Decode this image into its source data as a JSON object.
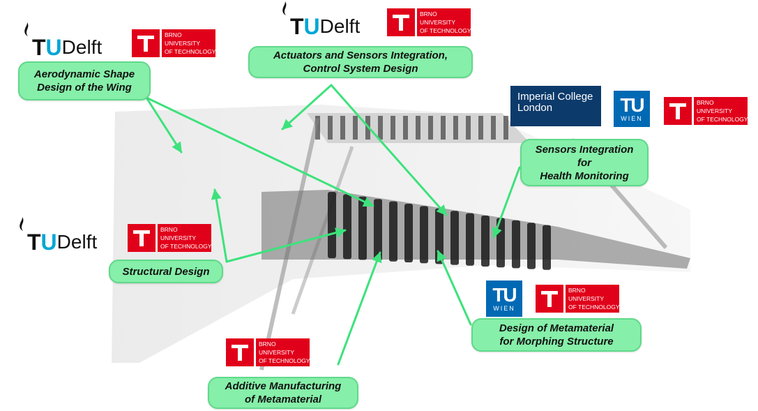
{
  "labels": {
    "aero": [
      "Aerodynamic Shape",
      "Design of the Wing"
    ],
    "actuators": [
      "Actuators and Sensors Integration,",
      "Control System Design"
    ],
    "sensors": [
      "Sensors Integration",
      "for",
      "Health Monitoring"
    ],
    "structural": [
      "Structural Design"
    ],
    "metamaterial_design": [
      "Design of Metamaterial",
      "for Morphing Structure"
    ],
    "additive": [
      "Additive Manufacturing",
      "of Metamaterial"
    ]
  },
  "logos": {
    "brno": [
      "BRNO",
      "UNIVERSITY",
      "OF TECHNOLOGY"
    ],
    "tudelft": {
      "tu_t": "T",
      "tu_u": "U",
      "delft": "Delft"
    },
    "tuwien": {
      "big": "TU",
      "small": "WIEN"
    },
    "imperial": [
      "Imperial College",
      "London"
    ]
  },
  "colors": {
    "label_fill": "#86efa9",
    "arrow": "#3de27c",
    "brno_red": "#e1001a",
    "tudelft_blue": "#00a6d6",
    "tuwien_blue": "#0069b4",
    "imperial_navy": "#0c3a6b"
  }
}
